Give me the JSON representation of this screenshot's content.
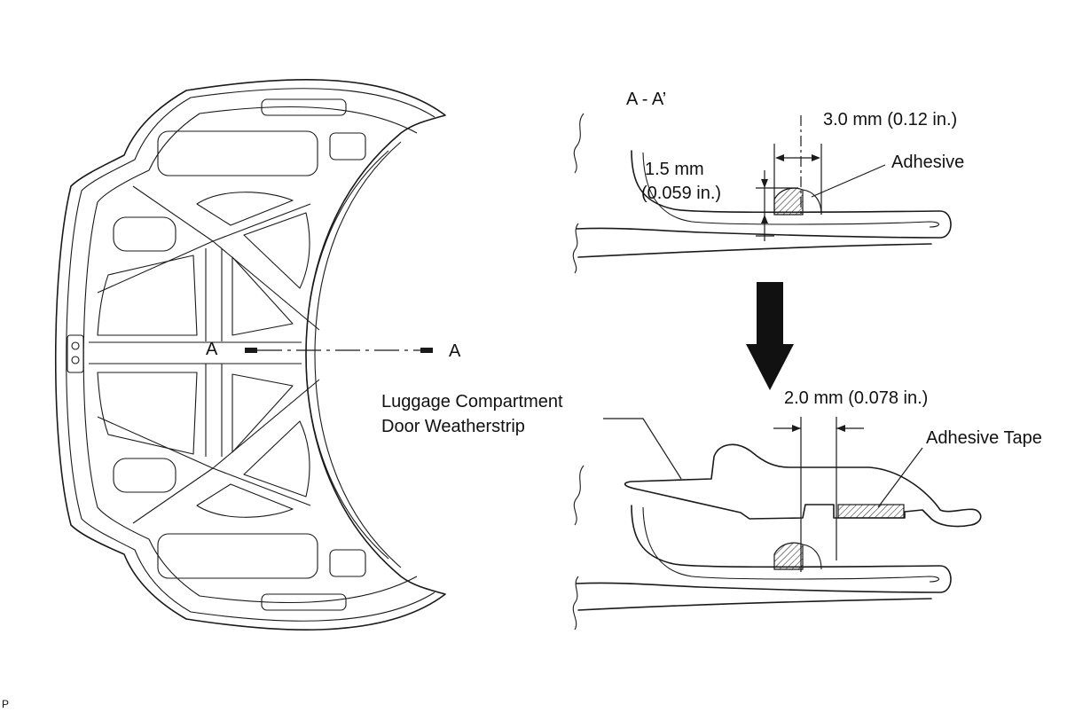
{
  "labels": {
    "section_title": "A - A’",
    "section_marker_a": "A",
    "section_marker_a_end": "A",
    "dim_top_width": "3.0 mm (0.12 in.)",
    "dim_height_line1": "1.5 mm",
    "dim_height_line2": "(0.059 in.)",
    "adhesive": "Adhesive",
    "dim_bottom_width": "2.0 mm (0.078 in.)",
    "adhesive_tape": "Adhesive Tape",
    "weatherstrip_line1": "Luggage Compartment",
    "weatherstrip_line2": "Door Weatherstrip",
    "corner_mark": "P"
  }
}
